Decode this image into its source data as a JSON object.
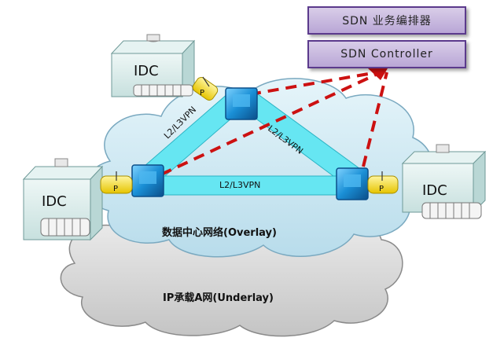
{
  "controllers": {
    "orchestrator_label": "SDN 业务编排器",
    "controller_label": "SDN Controller"
  },
  "idc": {
    "top_left": "IDC",
    "left": "IDC",
    "right": "IDC"
  },
  "links": {
    "left": "L2/L3VPN",
    "right": "L2/L3VPN",
    "bottom": "L2/L3VPN"
  },
  "ports": {
    "top": "P",
    "left": "P",
    "right": "P"
  },
  "clouds": {
    "overlay": "数据中心网络(Overlay)",
    "underlay": "IP承载A网(Underlay)"
  },
  "colors": {
    "cloud_overlay": "#cfe9f3",
    "cloud_underlay": "#d9d9d9",
    "tunnel": "#66e6f2",
    "switch": "#1a8fd6",
    "control_path": "#cc1111",
    "controller_box": "#b9a6d6",
    "idc_box": "#d8eceb"
  }
}
